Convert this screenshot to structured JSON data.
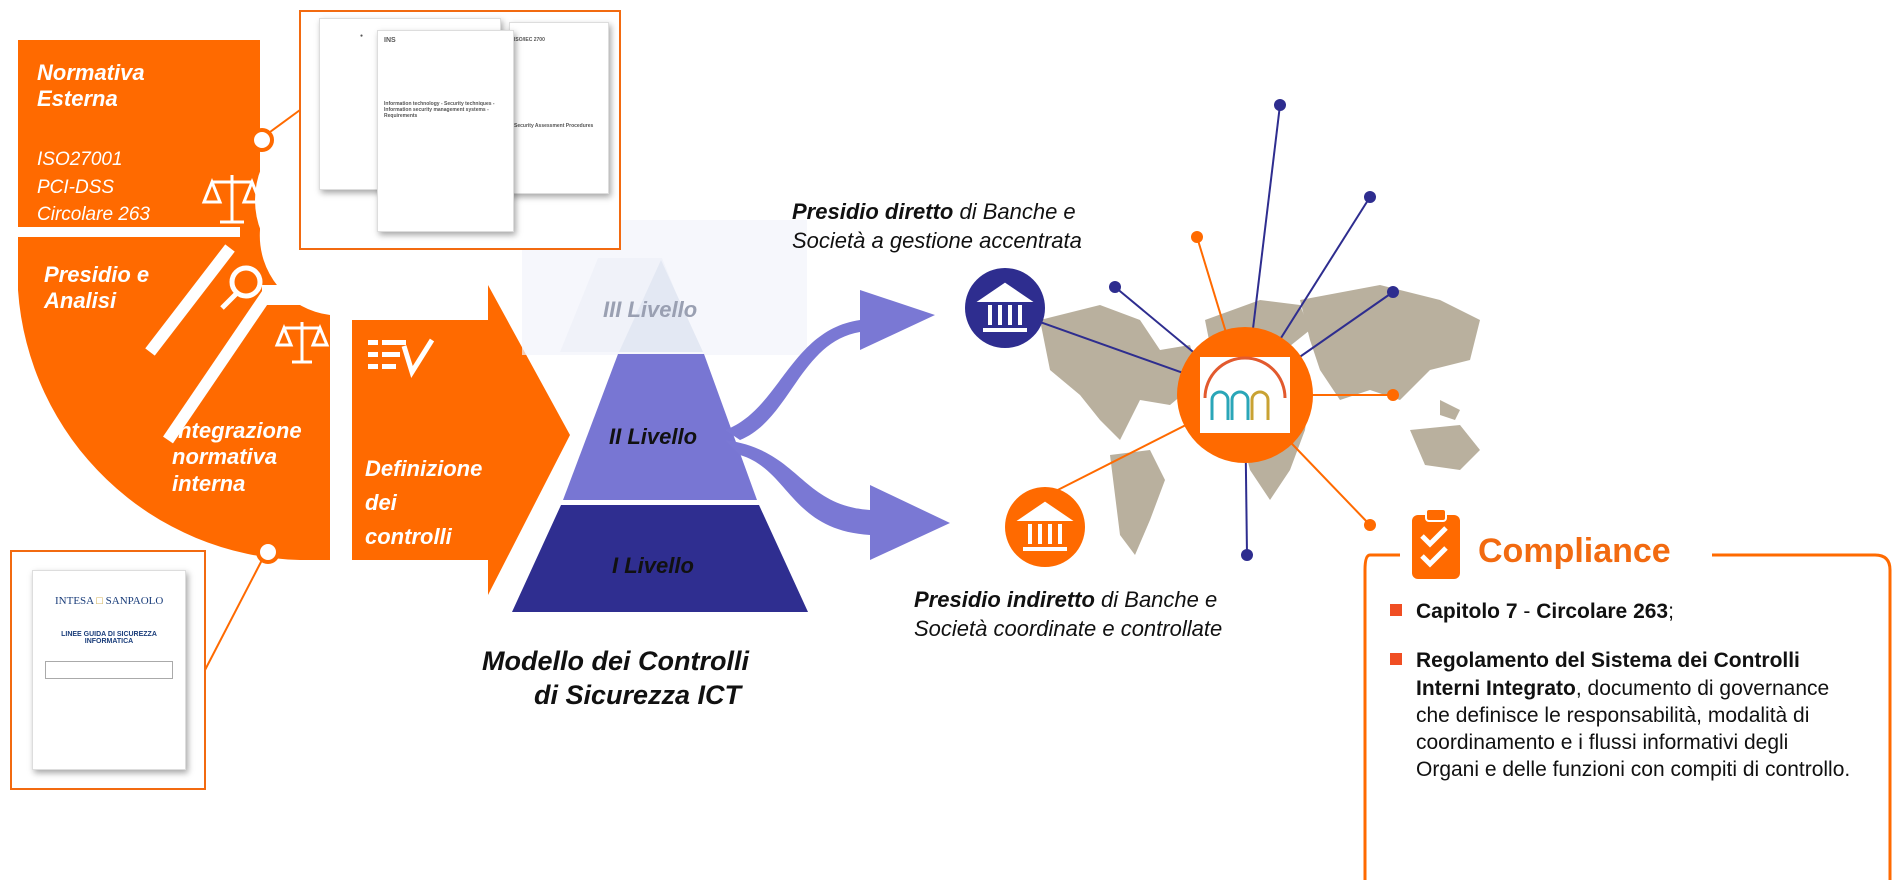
{
  "colors": {
    "orange": "#ff6a00",
    "purple_light": "#7b78d6",
    "purple_mid": "#6e6bd0",
    "purple_dark": "#2e2d8f",
    "pale": "#e9ecf6",
    "map": "#b9b09e"
  },
  "left_cycle": {
    "normativa_esterna": {
      "title_lines": [
        "Normativa",
        "Esterna"
      ],
      "items": [
        "ISO27001",
        "PCI-DSS",
        "Circolare 263"
      ],
      "icon": "scales-icon"
    },
    "presidio": {
      "lines": [
        "Presidio e",
        "Analisi"
      ],
      "icon": "magnifier-icon"
    },
    "integrazione": {
      "lines": [
        "Integrazione",
        "normativa",
        "interna"
      ],
      "icon": "scales-icon"
    },
    "definizione": {
      "lines": [
        "Definizione",
        "dei",
        "controlli"
      ],
      "icon": "checklist-icon"
    }
  },
  "external_docs": {
    "doc1": {
      "logo": "INS",
      "title": "Information technology - Security techniques - Information security management systems - Requirements"
    },
    "doc2": {
      "code": "ISO/IEC 2700",
      "text": "Security Assessment Procedures"
    }
  },
  "internal_doc": {
    "logo_left": "INTESA",
    "logo_right": "SANPAOLO",
    "title": "LINEE GUIDA DI SICUREZZA INFORMATICA"
  },
  "pyramid": {
    "levels": [
      "III Livello",
      "II Livello",
      "I Livello"
    ],
    "caption_lines": [
      "Modello dei Controlli",
      "di Sicurezza ICT"
    ]
  },
  "presidio_diretto": {
    "bold": "Presidio diretto",
    "rest": " di Banche e",
    "line2": "Società a gestione accentrata"
  },
  "presidio_indiretto": {
    "bold": "Presidio indiretto",
    "rest": " di Banche e",
    "line2": "Società coordinate e controllate"
  },
  "compliance": {
    "title": "Compliance",
    "bullets": [
      {
        "b1": "Capitolo 7",
        "sep": " - ",
        "b2": "Circolare 263",
        "tail": ";"
      },
      {
        "bold": "Regolamento del Sistema dei Controlli Interni Integrato",
        "tail": ", documento di governance che definisce le responsabilità, modalità di coordinamento e i flussi informativi degli Organi e delle funzioni con compiti di controllo."
      }
    ]
  }
}
